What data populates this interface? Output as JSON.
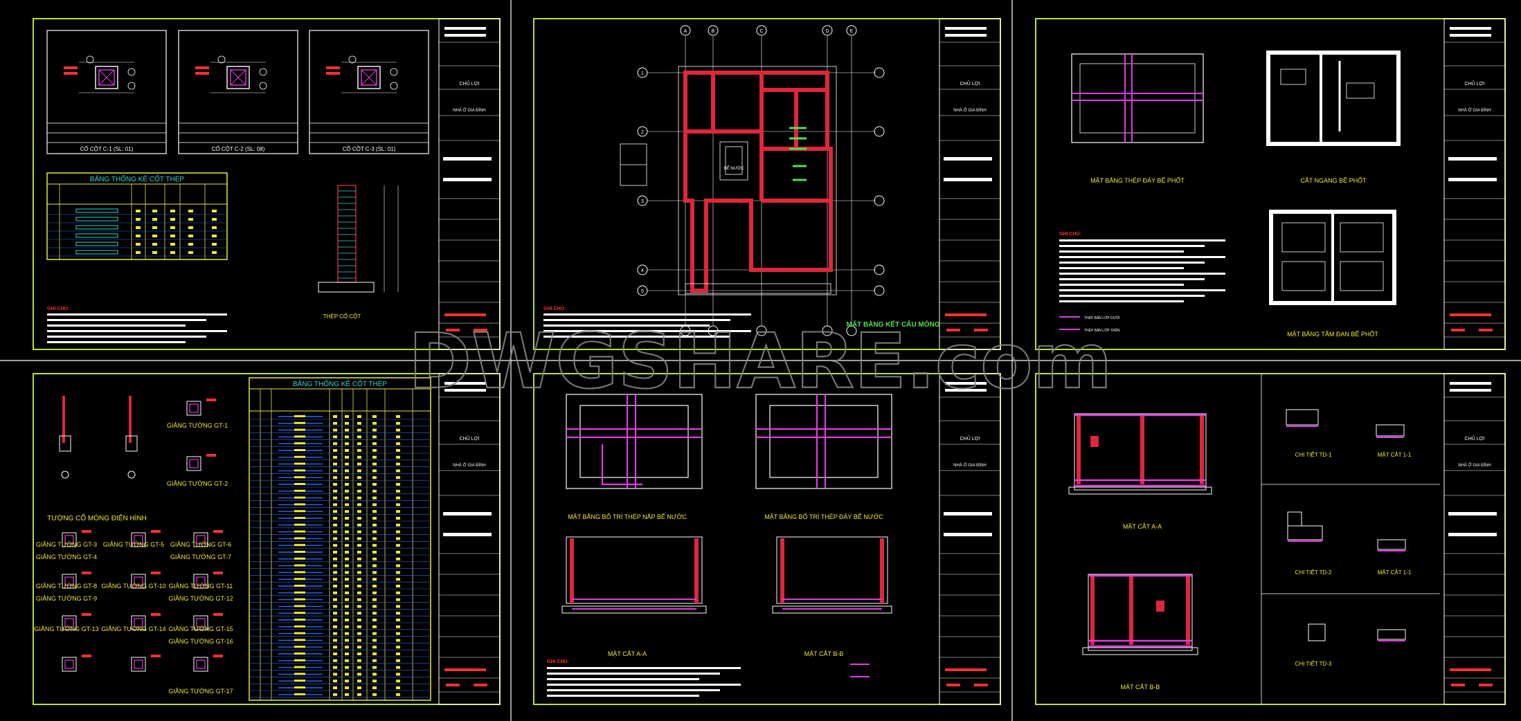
{
  "watermark": "DWGSHARE.com",
  "colors": {
    "background": "#000000",
    "sheet_border": "#b6e23c",
    "line": "#ffffff",
    "beam": "#e0263a",
    "rebar": "#e23ce2",
    "label": "#f2e832",
    "callout": "#ff3030",
    "table_line": "#e8e84a",
    "table_rows": "#2a6cf0",
    "leader": "#33d6d6",
    "green_text": "#52e052"
  },
  "title_block": {
    "owner": "CHỦ LỢI",
    "project": "NHÀ Ở GIA ĐÌNH"
  },
  "sheets": {
    "s1": {
      "col_labels": [
        "CỔ CỘT C-1 (SL: 01)",
        "CỔ CỘT C-2 (SL: 08)",
        "CỔ CỘT C-3 (SL: 01)"
      ],
      "table_title": "BẢNG THỐNG KÊ CỐT THÉP",
      "detail_label": "THÉP CỔ CỘT",
      "notes_title": "GHI CHÚ:"
    },
    "s2": {
      "grid_top": [
        "A",
        "B",
        "C",
        "D",
        "E"
      ],
      "grid_left": [
        "1",
        "2",
        "3",
        "4",
        "5"
      ],
      "plan_label": "MẶT BẰNG KẾT CẤU MÓNG",
      "room_label": "BỂ NƯỚC",
      "notes_title": "GHI CHÚ:"
    },
    "s3": {
      "labels": [
        "MẶT BẰNG THÉP ĐÁY BỂ PHỐT",
        "CẮT NGANG BỂ PHỐT",
        "MẶT BẰNG TẤM ĐAN BỂ PHỐT"
      ],
      "notes_title": "GHI CHÚ:",
      "legend": [
        "THÉP BẢN LỚP DƯỚI",
        "THÉP BẢN LỚP TRÊN"
      ]
    },
    "s4": {
      "labels": [
        "TƯỜNG CỔ MÓNG ĐIỂN HÌNH",
        "GIẰNG TƯỜNG GT-1",
        "GIẰNG TƯỜNG GT-2",
        "GIẰNG TƯỜNG GT-3",
        "GIẰNG TƯỜNG GT-4",
        "GIẰNG TƯỜNG GT-5",
        "GIẰNG TƯỜNG GT-6",
        "GIẰNG TƯỜNG GT-7",
        "GIẰNG TƯỜNG GT-8",
        "GIẰNG TƯỜNG GT-9",
        "GIẰNG TƯỜNG GT-10",
        "GIẰNG TƯỜNG GT-11",
        "GIẰNG TƯỜNG GT-12",
        "GIẰNG TƯỜNG GT-13",
        "GIẰNG TƯỜNG GT-14",
        "GIẰNG TƯỜNG GT-15",
        "GIẰNG TƯỜNG GT-16",
        "GIẰNG TƯỜNG GT-17"
      ],
      "table_title": "BẢNG THỐNG KÊ CỐT THÉP"
    },
    "s5": {
      "labels": [
        "MẶT BẰNG BỐ TRÍ THÉP NẮP BỂ NƯỚC",
        "MẶT BẰNG BỐ TRÍ THÉP ĐÁY BỂ NƯỚC",
        "MẶT CẮT A-A",
        "MẶT CẮT B-B"
      ],
      "notes_title": "GHI CHÚ:"
    },
    "s6": {
      "labels": [
        "MẶT CẮT A-A",
        "MẶT CẮT B-B",
        "CHI TIẾT TD-1",
        "MẶT CẮT 1-1",
        "CHI TIẾT TD-2",
        "MẶT CẮT 1-1",
        "CHI TIẾT TD-3"
      ]
    }
  }
}
